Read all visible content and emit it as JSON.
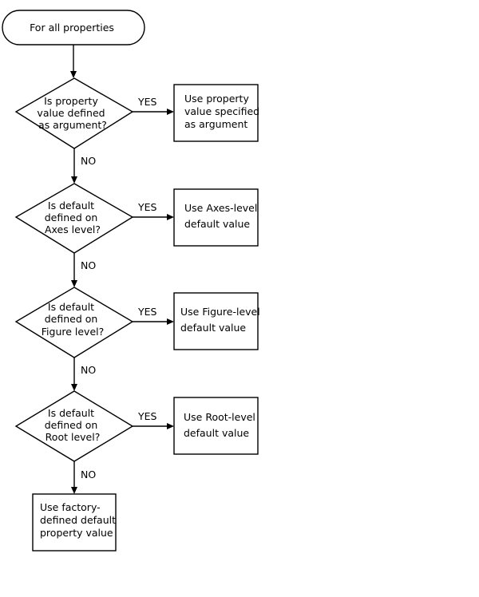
{
  "diagram": {
    "start": {
      "label": "For all properties"
    },
    "decisions": [
      {
        "lines": [
          "Is property",
          "value defined",
          "as argument?"
        ],
        "yes_label": "YES",
        "no_label": "NO"
      },
      {
        "lines": [
          "Is default",
          "defined on",
          "Axes level?"
        ],
        "yes_label": "YES",
        "no_label": "NO"
      },
      {
        "lines": [
          "Is default",
          "defined on",
          "Figure level?"
        ],
        "yes_label": "YES",
        "no_label": "NO"
      },
      {
        "lines": [
          "Is default",
          "defined on",
          "Root level?"
        ],
        "yes_label": "YES",
        "no_label": "NO"
      }
    ],
    "outcomes": [
      {
        "lines": [
          "Use property",
          "value specified",
          "as argument"
        ]
      },
      {
        "lines": [
          "Use Axes-level",
          "default value"
        ]
      },
      {
        "lines": [
          "Use Figure-level",
          "default value"
        ]
      },
      {
        "lines": [
          "Use Root-level",
          "default value"
        ]
      }
    ],
    "fallback": {
      "lines": [
        "Use factory-",
        "defined default",
        "property value"
      ]
    }
  }
}
